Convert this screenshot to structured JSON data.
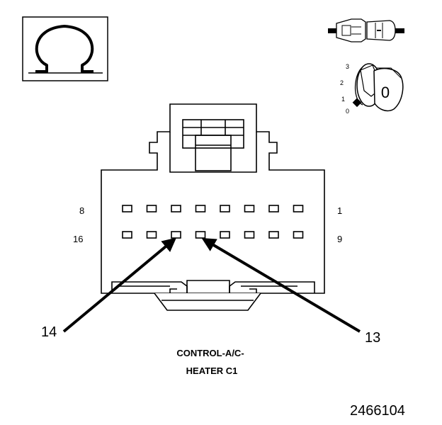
{
  "symbol": {
    "glyph": "Ω",
    "icon": "ohm-symbol-icon"
  },
  "key_switch": {
    "positions": [
      "3",
      "2",
      "1",
      "0"
    ],
    "key_label": "0"
  },
  "connector": {
    "row_top": {
      "left_pin": "8",
      "right_pin": "1"
    },
    "row_bottom": {
      "left_pin": "16",
      "right_pin": "9"
    },
    "pins_per_row": 8
  },
  "callouts": {
    "left": "14",
    "right": "13"
  },
  "caption": {
    "line1": "CONTROL-A/C-",
    "line2": "HEATER C1"
  },
  "figure_id": "2466104"
}
